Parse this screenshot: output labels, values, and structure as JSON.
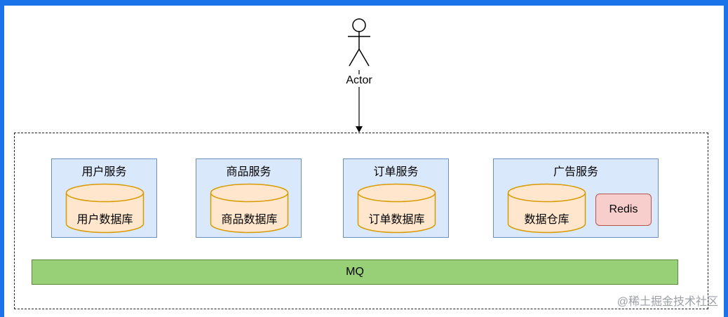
{
  "actor": {
    "label": "Actor"
  },
  "services": [
    {
      "title": "用户服务",
      "database": "用户数据库"
    },
    {
      "title": "商品服务",
      "database": "商品数据库"
    },
    {
      "title": "订单服务",
      "database": "订单数据库"
    },
    {
      "title": "广告服务",
      "database": "数据仓库",
      "cache": "Redis"
    }
  ],
  "queue": {
    "label": "MQ"
  },
  "watermark": "@稀土掘金技术社区",
  "colors": {
    "service_fill": "#dae8fc",
    "service_stroke": "#6c8ebf",
    "database_fill": "#ffe6cc",
    "database_stroke": "#d79b00",
    "cache_fill": "#f8cecc",
    "cache_stroke": "#b85450",
    "queue_fill": "#97d077"
  }
}
